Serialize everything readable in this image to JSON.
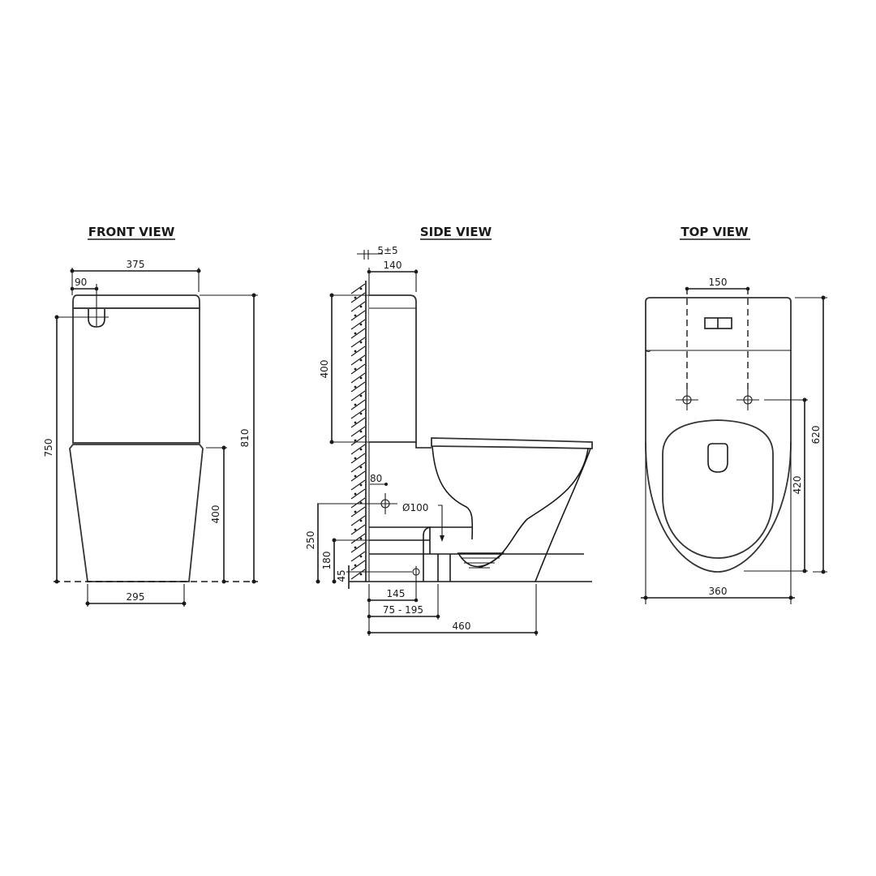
{
  "views": {
    "front": {
      "title": "FRONT VIEW",
      "dims": {
        "overall_width": "375",
        "flush_offset": "90",
        "total_height": "810",
        "inlet_height": "750",
        "pan_height": "400",
        "base_width": "295"
      }
    },
    "side": {
      "title": "SIDE VIEW",
      "dims": {
        "wall_gap": "5±5",
        "cistern_depth": "140",
        "cistern_height": "400",
        "inlet_offset": "80",
        "pipe_diameter": "Ø100",
        "inlet_height": "250",
        "outlet_height": "180",
        "floor_outlet_height": "45",
        "floor_outlet_setout": "145",
        "setout_range": "75 - 195",
        "overall_depth": "460"
      }
    },
    "top": {
      "title": "TOP VIEW",
      "dims": {
        "fixing_spacing": "150",
        "overall_depth": "620",
        "fixing_to_front": "420",
        "overall_width": "360"
      }
    }
  }
}
